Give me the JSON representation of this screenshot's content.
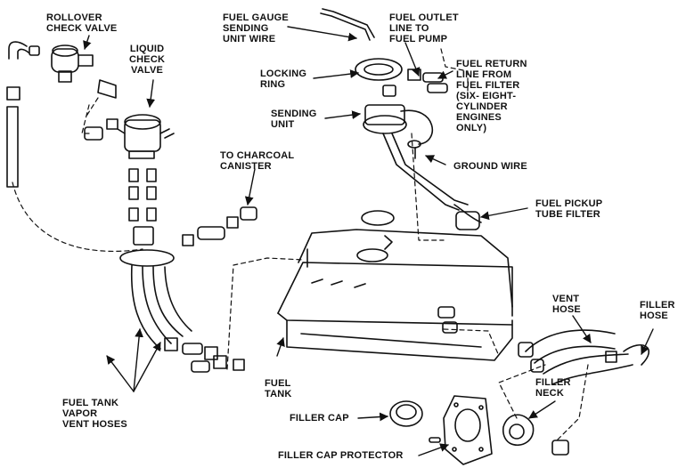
{
  "colors": {
    "ink": "#111111",
    "background": "#ffffff"
  },
  "labels": {
    "rollover_check_valve": "ROLLOVER\nCHECK VALVE",
    "liquid_check_valve": "LIQUID\nCHECK\nVALVE",
    "fuel_gauge_sending_unit_wire": "FUEL GAUGE\nSENDING\nUNIT WIRE",
    "fuel_outlet_line": "FUEL OUTLET\nLINE TO\nFUEL PUMP",
    "locking_ring": "LOCKING\nRING",
    "fuel_return_line": "FUEL RETURN\nLINE FROM\nFUEL FILTER\n(SIX- EIGHT-\nCYLINDER\nENGINES\nONLY)",
    "sending_unit": "SENDING\nUNIT",
    "ground_wire": "GROUND WIRE",
    "to_charcoal_canister": "TO CHARCOAL\nCANISTER",
    "fuel_pickup_tube_filter": "FUEL PICKUP\nTUBE FILTER",
    "vent_hose": "VENT\nHOSE",
    "filler_hose": "FILLER\nHOSE",
    "fuel_tank_vapor_vent_hoses": "FUEL TANK\nVAPOR\nVENT HOSES",
    "fuel_tank": "FUEL\nTANK",
    "filler_neck": "FILLER\nNECK",
    "filler_cap": "FILLER CAP",
    "filler_cap_protector": "FILLER CAP PROTECTOR"
  }
}
